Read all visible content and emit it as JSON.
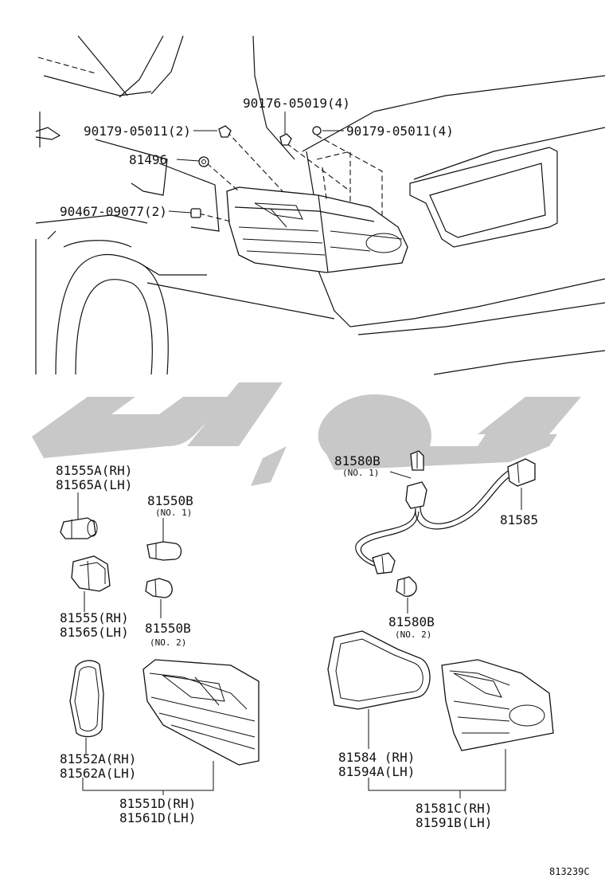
{
  "callouts": {
    "nut_upper": "90176-05019(4)",
    "nut_left": "90179-05011(2)",
    "nut_right": "90179-05011(4)",
    "clip_81496": "81496",
    "clip_lower": "90467-09077(2)",
    "socket_a_rh": "81555A(RH)",
    "socket_a_lh": "81565A(LH)",
    "bulb_no1": "81550B",
    "bulb_no1_note": "(NO. 1)",
    "socket_rh": "81555(RH)",
    "socket_lh": "81565(LH)",
    "bulb_no2": "81550B",
    "bulb_no2_note": "(NO. 2)",
    "gasket_a_rh": "81552A(RH)",
    "gasket_a_lh": "81562A(LH)",
    "lamp_outer_rh": "81551D(RH)",
    "lamp_outer_lh": "81561D(LH)",
    "wire_bulb_no1": "81580B",
    "wire_bulb_no1_note": "(NO. 1)",
    "wire_harness": "81585",
    "wire_bulb_no2": "81580B",
    "wire_bulb_no2_note": "(NO. 2)",
    "gasket_b_rh": "81584 (RH)",
    "gasket_b_lh": "81594A(LH)",
    "lamp_inner_rh": "81581C(RH)",
    "lamp_inner_lh": "81591B(LH)"
  },
  "figure_ref": "813239C"
}
